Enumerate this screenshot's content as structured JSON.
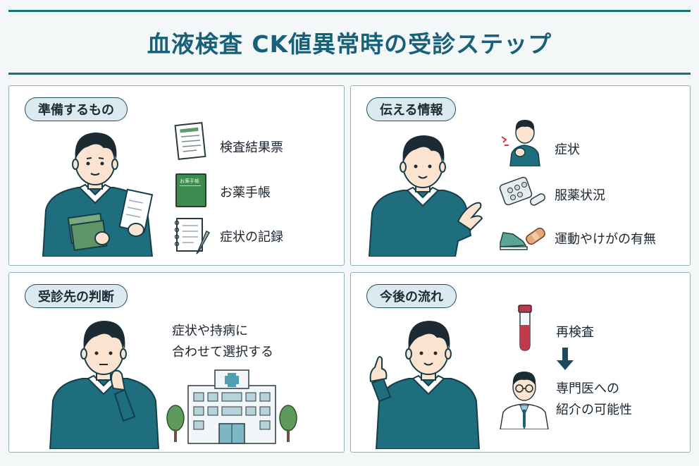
{
  "title": "血液検査 CK値異常時の受診ステップ",
  "panels": [
    {
      "heading": "準備するもの",
      "items": [
        {
          "label": "検査結果票",
          "icon": "document-icon"
        },
        {
          "label": "お薬手帳",
          "icon": "medicine-notebook-icon"
        },
        {
          "label": "症状の記録",
          "icon": "notebook-pen-icon"
        }
      ],
      "notebook_cover_text": "お薬手帳"
    },
    {
      "heading": "伝える情報",
      "items": [
        {
          "label": "症状",
          "icon": "shoulder-pain-person-icon"
        },
        {
          "label": "服薬状況",
          "icon": "pills-icon"
        },
        {
          "label": "運動やけがの有無",
          "icon": "sneaker-bandage-icon"
        }
      ]
    },
    {
      "heading": "受診先の判断",
      "text_line1": "症状や持病に",
      "text_line2": "合わせて選択する",
      "icon": "hospital-building-icon"
    },
    {
      "heading": "今後の流れ",
      "steps": [
        {
          "label": "再検査",
          "icon": "blood-tube-icon"
        },
        {
          "label_line1": "専門医への",
          "label_line2": "紹介の可能性",
          "icon": "doctor-icon"
        }
      ]
    }
  ],
  "colors": {
    "accent": "#17607a",
    "sweater": "#1f6e7e",
    "pill_bg": "#dce9ef",
    "panel_border": "#8fb3bc"
  }
}
